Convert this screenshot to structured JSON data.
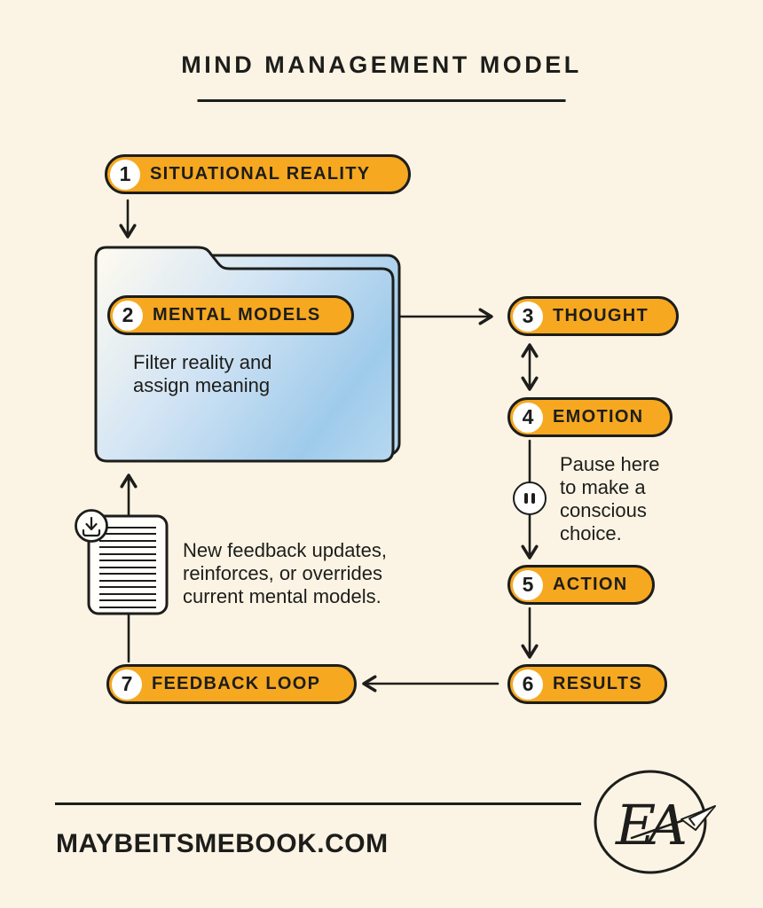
{
  "title": "MIND MANAGEMENT MODEL",
  "nodes": [
    {
      "num": "1",
      "label": "SITUATIONAL REALITY"
    },
    {
      "num": "2",
      "label": "MENTAL MODELS"
    },
    {
      "num": "3",
      "label": "THOUGHT"
    },
    {
      "num": "4",
      "label": "EMOTION"
    },
    {
      "num": "5",
      "label": "ACTION"
    },
    {
      "num": "6",
      "label": "RESULTS"
    },
    {
      "num": "7",
      "label": "FEEDBACK LOOP"
    }
  ],
  "notes": {
    "folder": "Filter reality and\nassign meaning",
    "pause": "Pause here\nto make a\nconscious\nchoice.",
    "feedback": "New feedback updates,\nreinforces, or overrides\ncurrent mental models."
  },
  "icons": {
    "folder": "folder-icon",
    "document": "document-icon",
    "download": "download-icon",
    "pause": "pause-icon",
    "paper_plane": "paper-plane-icon"
  },
  "colors": {
    "background": "#FBF4E4",
    "pill_amber": "#F6A820",
    "ink": "#1D1D1B",
    "folder_cream": "#FDFAF0",
    "folder_blue": "#9FCBEB",
    "white": "#FFFFFF"
  },
  "footer": {
    "website": "MAYBEITSMEBOOK.COM",
    "logo_monogram": "EA"
  }
}
